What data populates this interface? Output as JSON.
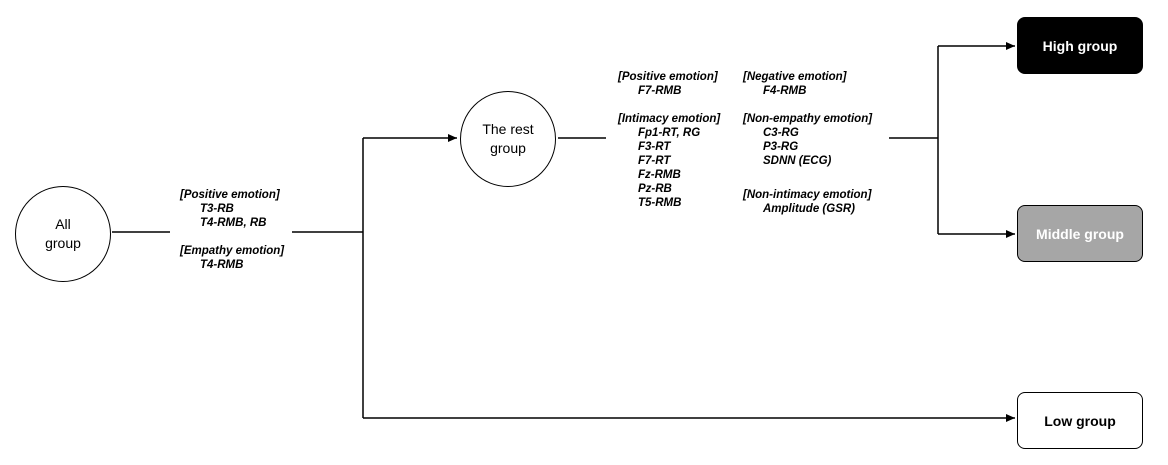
{
  "nodes": {
    "all_group": {
      "line1": "All",
      "line2": "group"
    },
    "rest_group": {
      "line1": "The rest",
      "line2": "group"
    }
  },
  "outcomes": {
    "high": "High group",
    "middle": "Middle group",
    "low": "Low group"
  },
  "colors": {
    "high_fill": "#000000",
    "middle_fill": "#a6a6a6",
    "low_fill": "#ffffff",
    "line": "#000000"
  },
  "first_split": {
    "positive_header": "[Positive emotion]",
    "positive_items": [
      "T3-RB",
      "T4-RMB, RB"
    ],
    "empathy_header": "[Empathy emotion]",
    "empathy_items": [
      "T4-RMB"
    ]
  },
  "second_split_left": {
    "positive_header": "[Positive emotion]",
    "positive_items": [
      "F7-RMB"
    ],
    "intimacy_header": "[Intimacy emotion]",
    "intimacy_items": [
      "Fp1-RT, RG",
      "F3-RT",
      "F7-RT",
      "Fz-RMB",
      "Pz-RB",
      "T5-RMB"
    ]
  },
  "second_split_right": {
    "negative_header": "[Negative emotion]",
    "negative_items": [
      "F4-RMB"
    ],
    "nonempathy_header": "[Non-empathy emotion]",
    "nonempathy_items": [
      "C3-RG",
      "P3-RG",
      "SDNN (ECG)"
    ],
    "nonintimacy_header": "[Non-intimacy emotion]",
    "nonintimacy_items": [
      "Amplitude (GSR)"
    ]
  }
}
